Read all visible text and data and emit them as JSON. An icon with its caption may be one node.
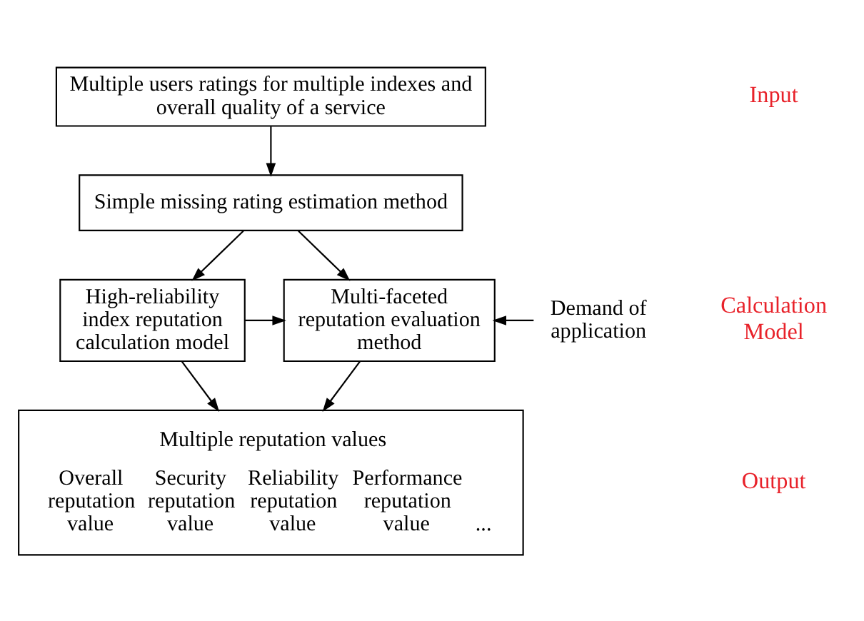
{
  "diagram": {
    "nodes": [
      {
        "text": [
          "Multiple users ratings for multiple indexes and overall quality of a service"
        ]
      },
      {
        "text": [
          "Simple missing rating estimation method"
        ]
      },
      {
        "text": [
          "High-reliability index reputation calculation model"
        ]
      },
      {
        "text": [
          "Multi-faceted reputation evaluation method"
        ]
      },
      {
        "text": [
          "Demand of application"
        ]
      },
      {
        "text": [
          "Multiple reputation values",
          "Overall reputation value",
          "Security reputation value",
          "Reliability reputation value",
          "Performance reputation value",
          "..."
        ]
      }
    ],
    "edges": [
      {
        "from": 0,
        "to": 1,
        "arrow": "to"
      },
      {
        "from": 1,
        "to": 2,
        "arrow": "to"
      },
      {
        "from": 1,
        "to": 3,
        "arrow": "to"
      },
      {
        "from": 2,
        "to": 3,
        "arrow": "to"
      },
      {
        "from": 4,
        "to": 3,
        "arrow": "to"
      },
      {
        "from": 2,
        "to": 5,
        "arrow": "to"
      },
      {
        "from": 3,
        "to": 5,
        "arrow": "to"
      }
    ],
    "labels": [
      "Input",
      "Calculation Model",
      "Output"
    ]
  }
}
